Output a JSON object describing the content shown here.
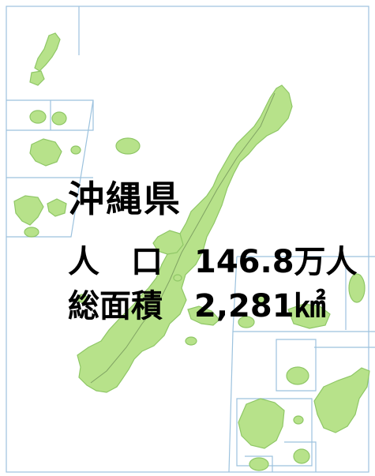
{
  "prefecture": {
    "name": "沖縄県"
  },
  "stats": {
    "population_label": "人　口",
    "population_value": "146.8万人",
    "area_label": "総面積",
    "area_value": "2,281㎢"
  },
  "colors": {
    "land": "#b7e28a",
    "border_lines": "#9cc2de",
    "background": "#ffffff"
  }
}
